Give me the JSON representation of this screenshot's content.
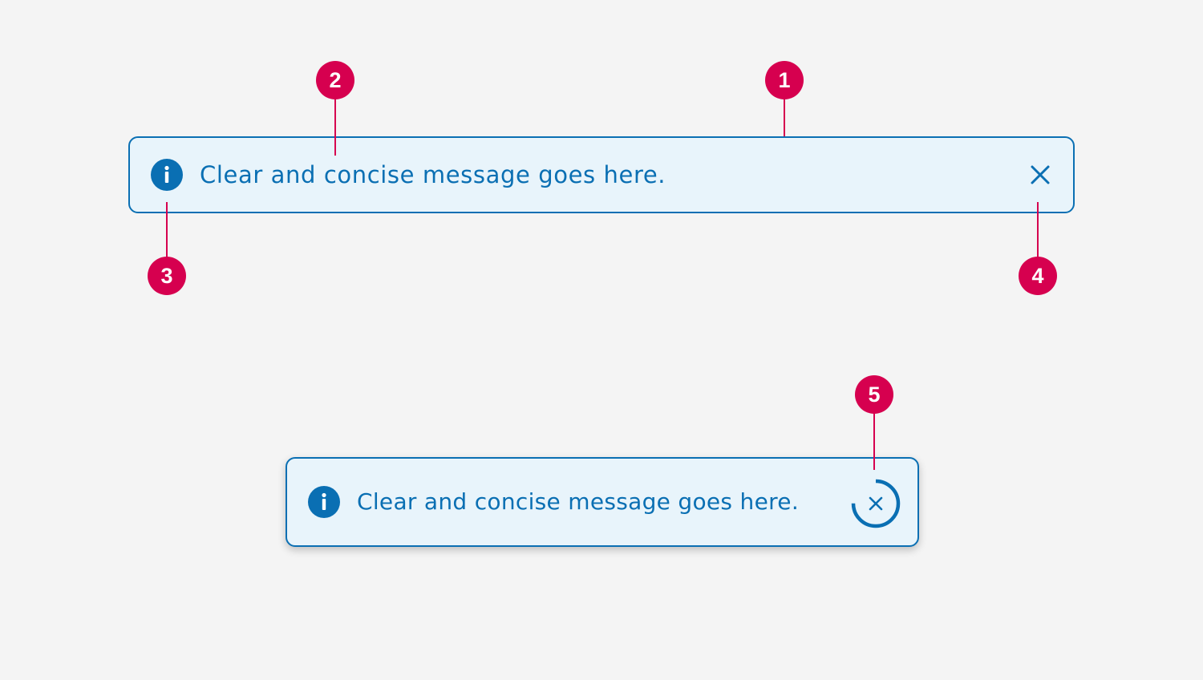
{
  "colors": {
    "page_background": "#f4f4f4",
    "marker": "#d6004f",
    "alert_border": "#0a6fb3",
    "alert_background": "#e8f4fb",
    "alert_text": "#0a6fb3"
  },
  "annotations": {
    "marker_1": "1",
    "marker_2": "2",
    "marker_3": "3",
    "marker_4": "4",
    "marker_5": "5"
  },
  "inline_alert": {
    "icon": "info-icon",
    "message": "Clear and concise message goes here.",
    "close_icon": "close-icon"
  },
  "toast_alert": {
    "icon": "info-icon",
    "message": "Clear and concise message goes here.",
    "close_icon": "close-icon",
    "timer_progress": 0.75
  }
}
